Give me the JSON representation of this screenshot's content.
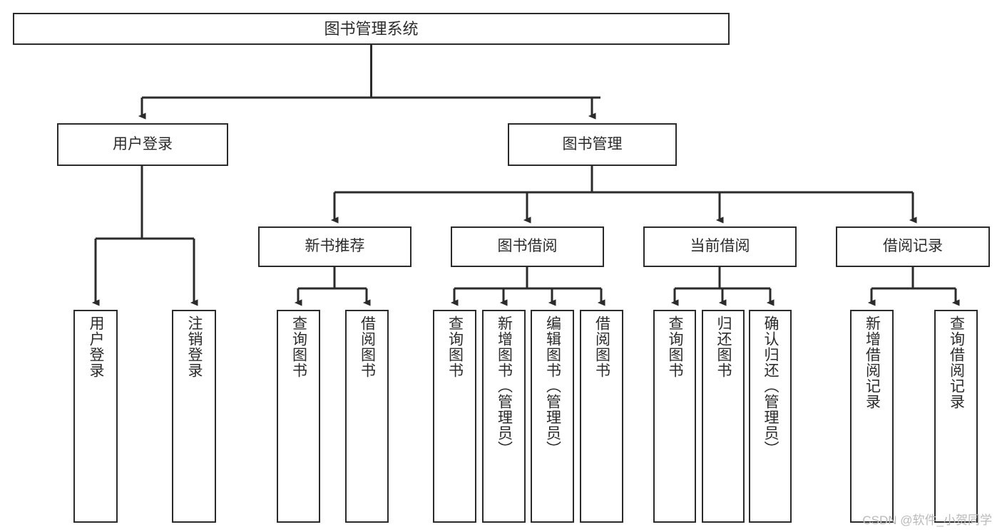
{
  "diagram": {
    "type": "tree",
    "title": "图书管理系统",
    "root": {
      "id": "root",
      "label": "图书管理系统"
    },
    "level1": [
      {
        "id": "user-login",
        "label": "用户登录"
      },
      {
        "id": "book-manage",
        "label": "图书管理"
      }
    ],
    "level2": [
      {
        "id": "new-book-rec",
        "label": "新书推荐",
        "parent": "book-manage"
      },
      {
        "id": "book-borrow",
        "label": "图书借阅",
        "parent": "book-manage"
      },
      {
        "id": "current-borrow",
        "label": "当前借阅",
        "parent": "book-manage"
      },
      {
        "id": "borrow-record",
        "label": "借阅记录",
        "parent": "book-manage"
      }
    ],
    "leaves": [
      {
        "id": "leaf-user-login",
        "label": "用户登录",
        "parent": "user-login"
      },
      {
        "id": "leaf-logout-login",
        "label": "注销登录",
        "parent": "user-login"
      },
      {
        "id": "leaf-query-book-1",
        "label": "查询图书",
        "parent": "new-book-rec"
      },
      {
        "id": "leaf-borrow-book-1",
        "label": "借阅图书",
        "parent": "new-book-rec"
      },
      {
        "id": "leaf-query-book-2",
        "label": "查询图书",
        "parent": "book-borrow"
      },
      {
        "id": "leaf-add-book",
        "label": "新增图书（管理员）",
        "parent": "book-borrow"
      },
      {
        "id": "leaf-edit-book",
        "label": "编辑图书（管理员）",
        "parent": "book-borrow"
      },
      {
        "id": "leaf-borrow-book-2",
        "label": "借阅图书",
        "parent": "book-borrow"
      },
      {
        "id": "leaf-query-book-3",
        "label": "查询图书",
        "parent": "current-borrow"
      },
      {
        "id": "leaf-return-book",
        "label": "归还图书",
        "parent": "current-borrow"
      },
      {
        "id": "leaf-confirm-return",
        "label": "确认归还（管理员）",
        "parent": "current-borrow"
      },
      {
        "id": "leaf-add-record",
        "label": "新增借阅记录",
        "parent": "borrow-record"
      },
      {
        "id": "leaf-query-record",
        "label": "查询借阅记录",
        "parent": "borrow-record"
      }
    ],
    "colors": {
      "stroke": "#2b2b2b",
      "fill": "#ffffff",
      "text": "#2b2b2b",
      "watermark": "#b9b9b9"
    }
  },
  "watermark": {
    "text": "CSDN @软件_小贺同学"
  }
}
